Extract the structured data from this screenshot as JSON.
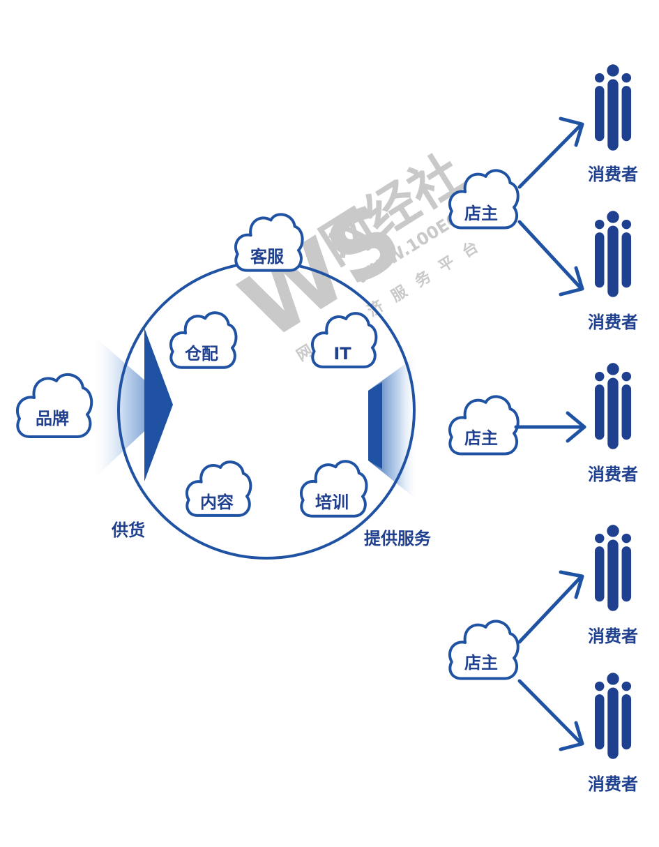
{
  "colors": {
    "primary": "#1f52a3",
    "dark": "#1f3f8f",
    "cloud_fill": "#ffffff",
    "watermark": "#c9c9c9"
  },
  "nodes": {
    "brand": "品牌",
    "ring": {
      "customer_service": "客服",
      "warehouse": "仓配",
      "it": "IT",
      "content": "内容",
      "training": "培训"
    },
    "shop_owner": "店主",
    "consumer": "消费者"
  },
  "edges": {
    "supply": "供货",
    "provide_service": "提供服务"
  },
  "watermark": {
    "logo": "WS",
    "brand": "网经社",
    "url": "WWW.100EC.CN",
    "tagline": "网络经济服务平台"
  }
}
